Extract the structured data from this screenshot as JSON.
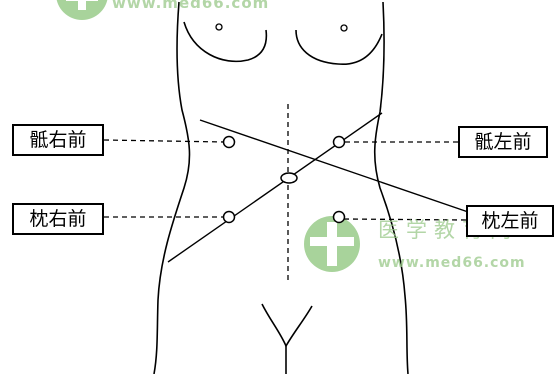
{
  "labels": {
    "sacrum_right_anterior": "骶右前",
    "sacrum_left_anterior": "骶左前",
    "occiput_right_anterior": "枕右前",
    "occiput_left_anterior": "枕左前"
  },
  "watermark": {
    "top_url": "www.med66.com",
    "center_text": "医学教育网",
    "center_url": "www.med66.com"
  },
  "colors": {
    "line": "#000000",
    "watermark": "#8cc57a"
  }
}
